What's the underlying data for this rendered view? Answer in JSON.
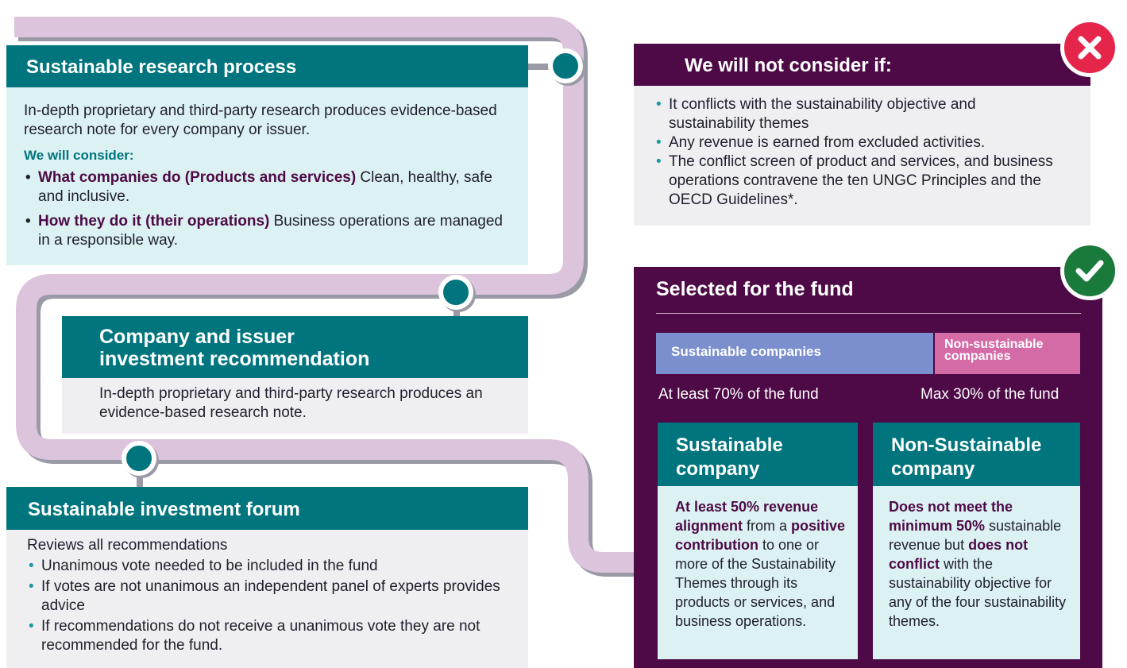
{
  "research": {
    "title": "Sustainable research process",
    "intro": "In-depth proprietary and third-party research produces evidence-based research note for every company or issuer.",
    "consider_heading": "We will consider:",
    "items": [
      {
        "bold": "What companies do (Products and services)",
        "text": " Clean, healthy, safe and inclusive."
      },
      {
        "bold": "How they do it (their operations)",
        "text": " Business operations are managed in a responsible way."
      }
    ]
  },
  "recommendation": {
    "title_line1": "Company and issuer",
    "title_line2": "investment recommendation",
    "body": "In-depth proprietary and third-party research produces an evidence-based research note."
  },
  "forum": {
    "title": "Sustainable investment forum",
    "intro": "Reviews all recommendations",
    "items": [
      "Unanimous vote needed to be included in the fund",
      "If votes are not unanimous an independent panel of experts provides advice",
      "If recommendations do not receive a unanimous vote they are not recommended for the fund."
    ]
  },
  "exclusions": {
    "title": "We will not consider if:",
    "items": [
      "It conflicts with the sustainability objective and sustainability themes",
      "Any revenue is earned from excluded activities.",
      "The conflict screen of product and services, and business operations contravene the ten UNGC Principles and the OECD Guidelines*."
    ],
    "icon": "cross-icon",
    "icon_color": "#e6254a"
  },
  "selected": {
    "title": "Selected for the fund",
    "split": {
      "sustainable_label": "Sustainable companies",
      "sustainable_share": 0.7,
      "sustainable_color": "#7b8fcf",
      "non_sustainable_label": "Non-sustainable companies",
      "non_sustainable_share": 0.3,
      "non_sustainable_color": "#d46aa6",
      "sustainable_caption": "At least 70% of the fund",
      "non_sustainable_caption": "Max 30% of the fund"
    },
    "icon": "check-icon",
    "icon_color": "#1a7a3c",
    "sustainable_card": {
      "title_line1": "Sustainable",
      "title_line2": "company",
      "b1": "At least 50% revenue alignment",
      "t1": " from a ",
      "b2": "positive contribution",
      "t2": " to one or more of the Sustainability Themes through its products or services, and business operations."
    },
    "non_sustainable_card": {
      "title_line1": "Non-Sustainable",
      "title_line2": "company",
      "b1": "Does not meet the minimum 50%",
      "t1": " sustainable revenue but ",
      "b2": "does not conflict",
      "t2": " with the sustainability objective for any of the four sustainability themes."
    }
  },
  "colors": {
    "teal": "#00757e",
    "light_teal": "#dcf1f1",
    "purple": "#4d0a46",
    "path": "#dcc4dc"
  }
}
